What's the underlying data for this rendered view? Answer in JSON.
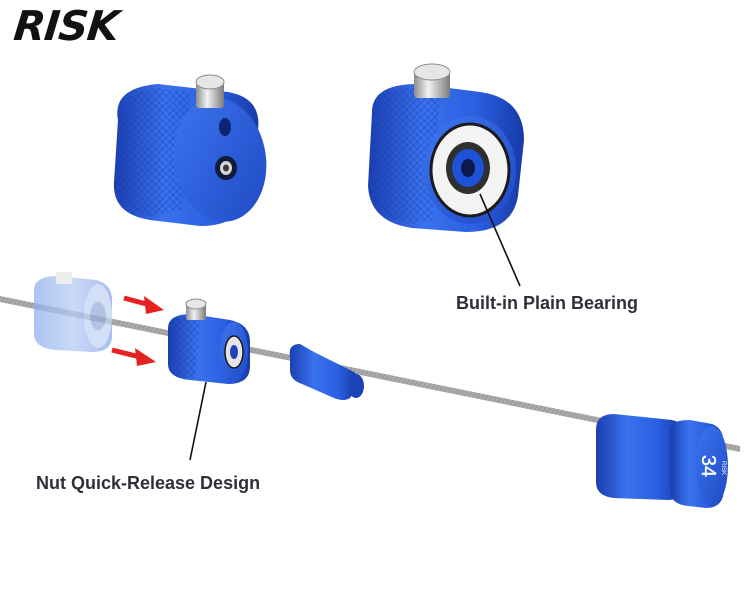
{
  "brand": {
    "logo_text": "RISK"
  },
  "callouts": {
    "bearing": "Built-in Plain Bearing",
    "nut": "Nut Quick-Release Design"
  },
  "end_cap": {
    "size_text": "34",
    "brand_text": "RISK"
  },
  "colors": {
    "blue": "#2a5fe0",
    "blue_dark": "#1c43b8",
    "blue_light": "#5d8af2",
    "arrow_red": "#e52222",
    "cable_gray": "#9a9a9a",
    "faded_blue": "#a9c0f2",
    "text": "#2f2f3a"
  }
}
